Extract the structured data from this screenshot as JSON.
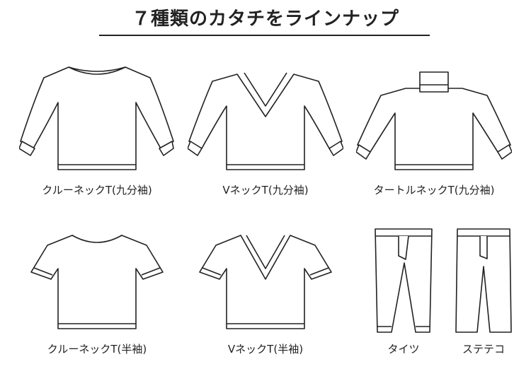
{
  "title": "７種類のカタチをラインナップ",
  "items": [
    {
      "label": "クルーネックT(九分袖)"
    },
    {
      "label": "VネックT(九分袖)"
    },
    {
      "label": "タートルネックT(九分袖)"
    },
    {
      "label": "クルーネックT(半袖)"
    },
    {
      "label": "VネックT(半袖)"
    },
    {
      "label": "タイツ"
    },
    {
      "label": "ステテコ"
    }
  ]
}
